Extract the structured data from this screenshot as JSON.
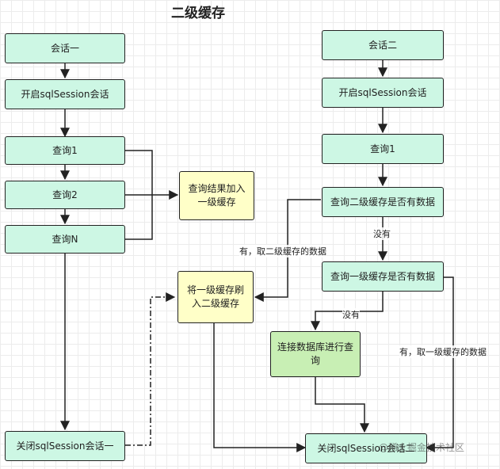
{
  "title": "二级缓存",
  "nodes": {
    "s1_start": "会话一",
    "s1_open": "开启sqlSession会话",
    "s1_q1": "查询1",
    "s1_q2": "查询2",
    "s1_qn": "查询N",
    "cache1": "查询结果加入一级缓存",
    "flush": "将一级缓存刷入二级缓存",
    "s1_close": "关闭sqlSession会话一",
    "s2_start": "会话二",
    "s2_open": "开启sqlSession会话",
    "s2_q1": "查询1",
    "check2": "查询二级缓存是否有数据",
    "check1": "查询一级缓存是否有数据",
    "db": "连接数据库进行查询",
    "s2_close": "关闭sqlSession会话二"
  },
  "labels": {
    "has2": "有，取二级缓存的数据",
    "no2": "没有",
    "no1": "没有",
    "has1": "有，取一级缓存的数据"
  },
  "watermark": "@稀土掘金技术社区",
  "colors": {
    "mint": "#cdf7e4",
    "yellow": "#ffffc8",
    "green": "#c8efb4",
    "stroke": "#222222"
  }
}
